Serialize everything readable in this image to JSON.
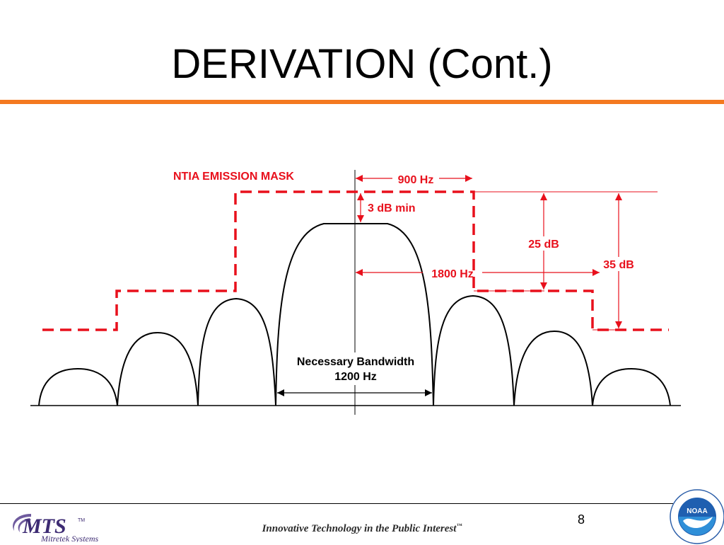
{
  "slide": {
    "title": "DERIVATION (Cont.)",
    "page_number": "8",
    "accent_color": "#f47920"
  },
  "diagram": {
    "mask_label": "NTIA EMISSION MASK",
    "dim_900": "900 Hz",
    "dim_3db": "3 dB min",
    "dim_25db": "25 dB",
    "dim_35db": "35 dB",
    "dim_1800": "1800 Hz",
    "necessary_bandwidth_label": "Necessary Bandwidth",
    "necessary_bandwidth_value": "1200 Hz",
    "mask_color": "#e8101c",
    "spectrum_color": "#000000"
  },
  "footer": {
    "tagline": "Innovative Technology in the Public Interest",
    "tagline_mark": "™",
    "mts_logo_text": "MTS",
    "mts_logo_mark": "TM",
    "mts_logo_subtitle": "Mitretek Systems",
    "noaa_logo_text": "NOAA"
  }
}
